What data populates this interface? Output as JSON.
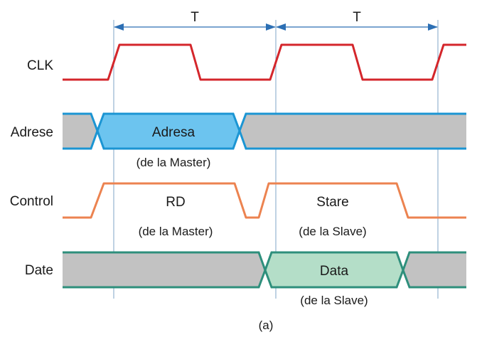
{
  "period_labels": [
    "T",
    "T"
  ],
  "signals": {
    "clk": "CLK",
    "address": "Adrese",
    "control": "Control",
    "data": "Date"
  },
  "address_bus": {
    "value": "Adresa",
    "source": "(de la Master)"
  },
  "control_bus": {
    "first": "RD",
    "first_source": "(de la Master)",
    "second": "Stare",
    "second_source": "(de la Slave)"
  },
  "data_bus": {
    "value": "Data",
    "source": "(de la Slave)"
  },
  "caption": "(a)",
  "colors": {
    "clk": "#d4262b",
    "address": "#1b95d3",
    "address_fill": "#6cc4ef",
    "control": "#ec8350",
    "data": "#2e8f7c",
    "data_fill": "#b4dec8",
    "idle_fill": "#c2c2c2",
    "guide": "#7fa6c7",
    "arrow": "#2c6fb4"
  }
}
